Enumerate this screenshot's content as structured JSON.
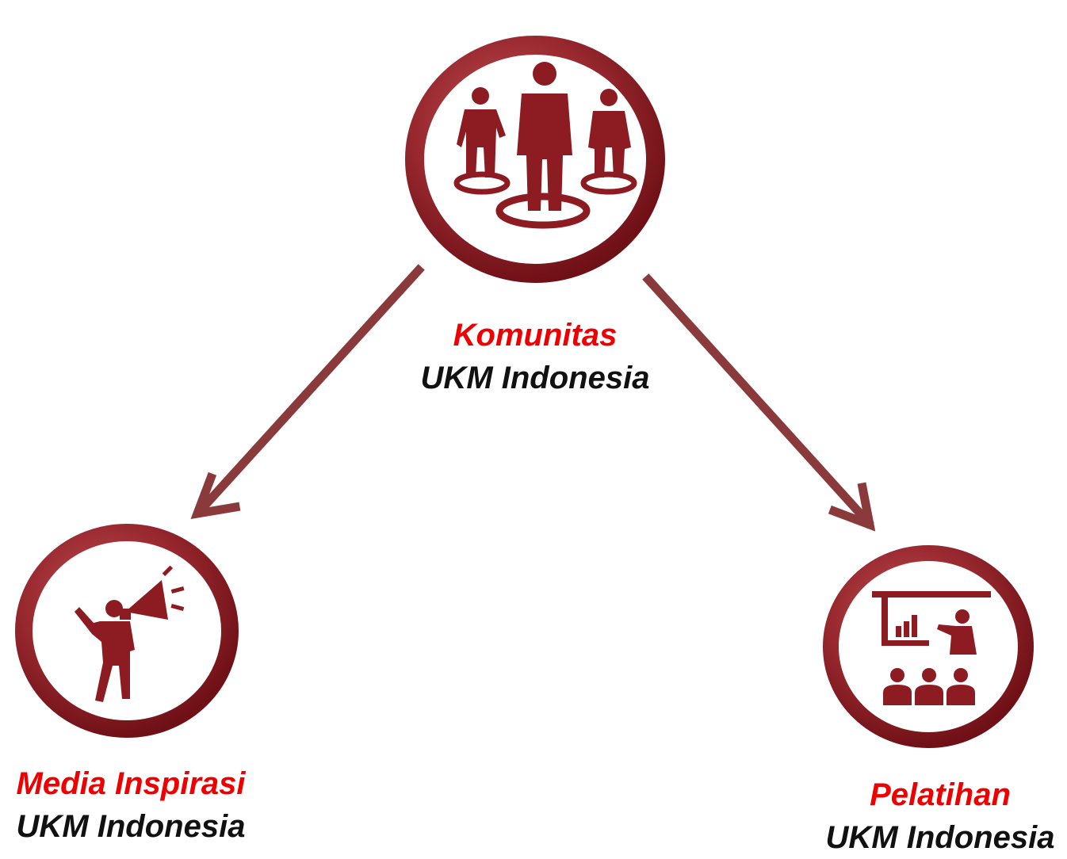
{
  "colors": {
    "ring_dark": "#6e1016",
    "ring_mid": "#9a2a30",
    "ring_light": "#c0545a",
    "icon": "#8c1c22",
    "arrow": "#8a3a3a",
    "accent_text": "#ee0000",
    "body_text": "#111111"
  },
  "nodes": {
    "komunitas": {
      "title": "Komunitas",
      "subtitle": "UKM Indonesia",
      "icon": "community-people-icon"
    },
    "media": {
      "title": "Media Inspirasi",
      "subtitle": "UKM Indonesia",
      "icon": "megaphone-speaker-icon"
    },
    "pelatihan": {
      "title": "Pelatihan",
      "subtitle": "UKM Indonesia",
      "icon": "training-presentation-icon"
    }
  },
  "edges": [
    {
      "from": "komunitas",
      "to": "media"
    },
    {
      "from": "komunitas",
      "to": "pelatihan"
    }
  ]
}
